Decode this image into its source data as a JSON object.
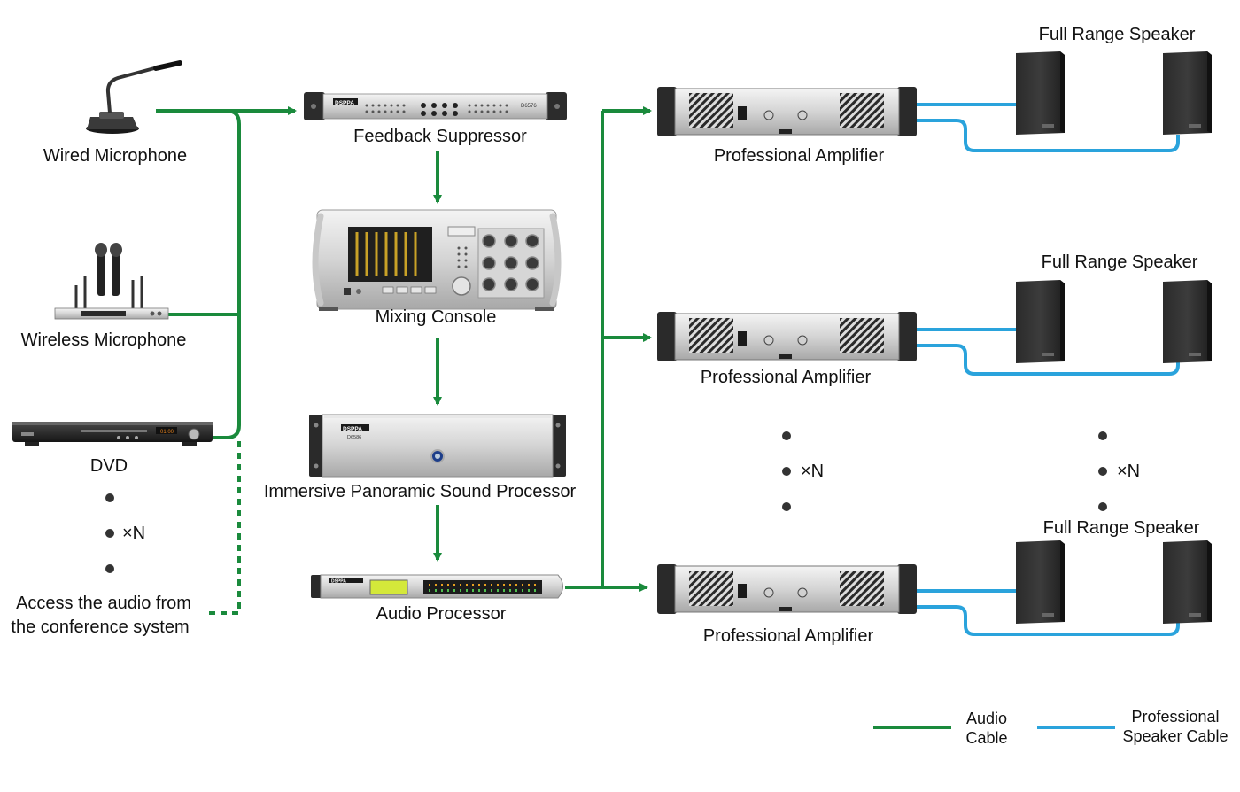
{
  "sources": {
    "wired_mic": "Wired Microphone",
    "wireless_mic": "Wireless Microphone",
    "dvd": "DVD",
    "multiplier": "×N",
    "conference_access_line1": "Access the audio from",
    "conference_access_line2": "the conference system"
  },
  "chain": {
    "feedback_suppressor": "Feedback Suppressor",
    "mixing_console": "Mixing Console",
    "panoramic_processor": "Immersive Panoramic Sound Processor",
    "audio_processor": "Audio Processor"
  },
  "outputs": {
    "amplifier": "Professional Amplifier",
    "speaker": "Full Range Speaker",
    "multiplier_amp": "×N",
    "multiplier_speaker": "×N"
  },
  "device_text": {
    "brand": "DSPPA",
    "fs_model": "D6576",
    "proc_model": "D6586"
  },
  "legend": {
    "audio_line1": "Audio",
    "audio_line2": "Cable",
    "speaker_line1": "Professional",
    "speaker_line2": "Speaker Cable"
  },
  "colors": {
    "audio_cable": "#1a8a3c",
    "speaker_cable": "#2aa3dc"
  }
}
